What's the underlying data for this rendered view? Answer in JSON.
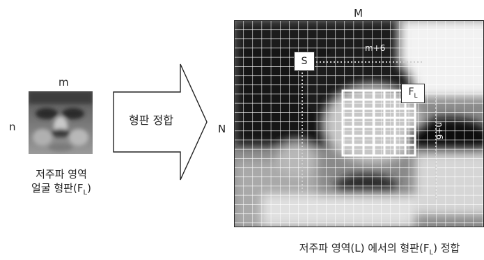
{
  "template": {
    "width_label": "m",
    "height_label": "n",
    "caption_line1": "저주파 영역",
    "caption_line2_prefix": "얼굴 형판(F",
    "caption_line2_sub": "L",
    "caption_line2_suffix": ")"
  },
  "arrow": {
    "label": "형판 정합"
  },
  "region": {
    "width_label": "M",
    "height_label": "N",
    "start_label": "S",
    "offset_h_label": "m+6",
    "offset_v_label": "n+6",
    "template_label": "F",
    "template_label_sub": "L",
    "caption_prefix": "저주파 영역(L) 에서의 형판(F",
    "caption_sub": "L",
    "caption_suffix": ") 정합"
  },
  "colors": {
    "grid_line": "#ffffff",
    "ink": "#222222",
    "dashed": "#bdbdbd"
  }
}
